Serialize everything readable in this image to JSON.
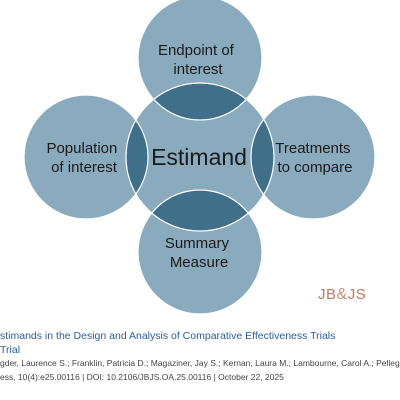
{
  "diagram": {
    "center_label": "Estimand",
    "nodes": [
      {
        "id": "endpoint",
        "lines": [
          "Endpoint of",
          "interest"
        ]
      },
      {
        "id": "population",
        "lines": [
          "Population",
          "of interest"
        ]
      },
      {
        "id": "treatments",
        "lines": [
          "Treatments",
          "to compare"
        ]
      },
      {
        "id": "summary",
        "lines": [
          "Summary",
          "Measure"
        ]
      }
    ],
    "colors": {
      "outer_fill": "#8aabbe",
      "center_fill": "#8aabbe",
      "overlap_fill": "#3f6f89",
      "stroke": "#ffffff"
    }
  },
  "logo": {
    "left": "JB",
    "amp": "&",
    "right": "JS"
  },
  "caption": {
    "title": "stimands in the Design and Analysis of Comparative Effectiveness Trials",
    "subtitle": "Trial",
    "authors": "gder, Laurence S.; Franklin, Patricia D.; Magaziner, Jay S.; Kernan, Laura M.; Lambourne, Carol A.; Pellegrini, Vincent D.",
    "journal": "ess, 10(4):e25.00116 | DOI: 10.2106/JBJS.OA.25.00116 | October 22, 2025"
  }
}
